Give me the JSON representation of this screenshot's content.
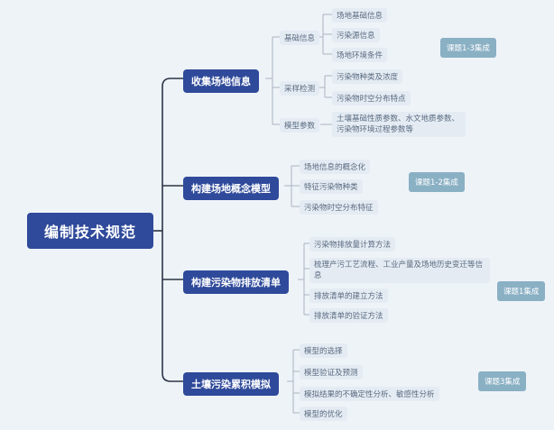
{
  "root": "编制技术规范",
  "branches": [
    {
      "label": "收集场地信息",
      "badge": "课题1-3集成",
      "subs": [
        {
          "label": "基础信息",
          "items": [
            "场地基础信息",
            "污染源信息",
            "场地环境条件"
          ]
        },
        {
          "label": "采样检测",
          "items": [
            "污染物种类及浓度",
            "污染物时空分布特点"
          ]
        },
        {
          "label": "模型参数",
          "items": [
            "土壤基础性质参数、水文地质参数、污染物环境过程参数等"
          ]
        }
      ]
    },
    {
      "label": "构建场地概念模型",
      "badge": "课题1-2集成",
      "items": [
        "场地信息的概念化",
        "特征污染物种类",
        "污染物时空分布特征"
      ]
    },
    {
      "label": "构建污染物排放清单",
      "badge": "课题1集成",
      "items": [
        "污染物排放量计算方法",
        "梳理产污工艺流程、工业产量及场地历史变迁等信息",
        "排放清单的建立方法",
        "排放清单的验证方法"
      ]
    },
    {
      "label": "土壤污染累积模拟",
      "badge": "课题3集成",
      "items": [
        "模型的选择",
        "模型验证及预测",
        "模拟结果的不确定性分析、敏感性分析",
        "模型的优化"
      ]
    }
  ]
}
